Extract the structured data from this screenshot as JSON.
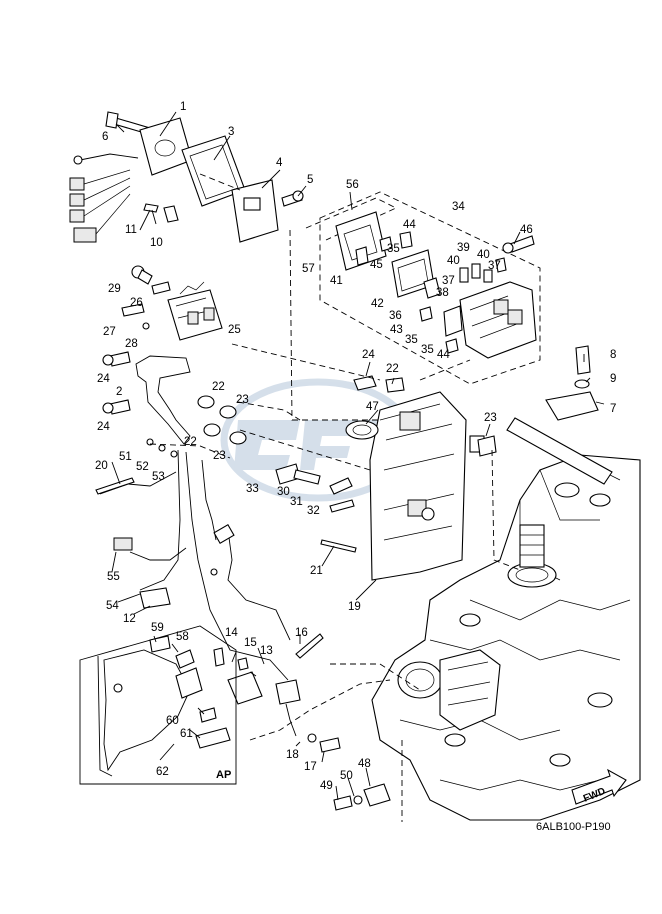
{
  "diagram": {
    "ref_code": "6ALB100-P190",
    "fwd_label": "FWD",
    "ap_label": "AP",
    "callouts": {
      "c1": "1",
      "c2": "2",
      "c3": "3",
      "c4": "4",
      "c5": "5",
      "c6": "6",
      "c7": "7",
      "c8": "8",
      "c9": "9",
      "c10": "10",
      "c11": "11",
      "c12": "12",
      "c13": "13",
      "c14": "14",
      "c15": "15",
      "c16": "16",
      "c17": "17",
      "c18": "18",
      "c19": "19",
      "c20": "20",
      "c21": "21",
      "c22": "22",
      "c23": "23",
      "c24": "24",
      "c25": "25",
      "c26": "26",
      "c27": "27",
      "c28": "28",
      "c29": "29",
      "c30": "30",
      "c31": "31",
      "c32": "32",
      "c33": "33",
      "c34": "34",
      "c35": "35",
      "c36": "36",
      "c37": "37",
      "c38": "38",
      "c39": "39",
      "c40": "40",
      "c41": "41",
      "c42": "42",
      "c43": "43",
      "c44": "44",
      "c45": "45",
      "c46": "46",
      "c47": "47",
      "c48": "48",
      "c49": "49",
      "c50": "50",
      "c51": "51",
      "c52": "52",
      "c53": "53",
      "c54": "54",
      "c55": "55",
      "c56": "56",
      "c57": "57",
      "c58": "58",
      "c59": "59",
      "c60": "60",
      "c61": "61",
      "c62": "62"
    }
  }
}
